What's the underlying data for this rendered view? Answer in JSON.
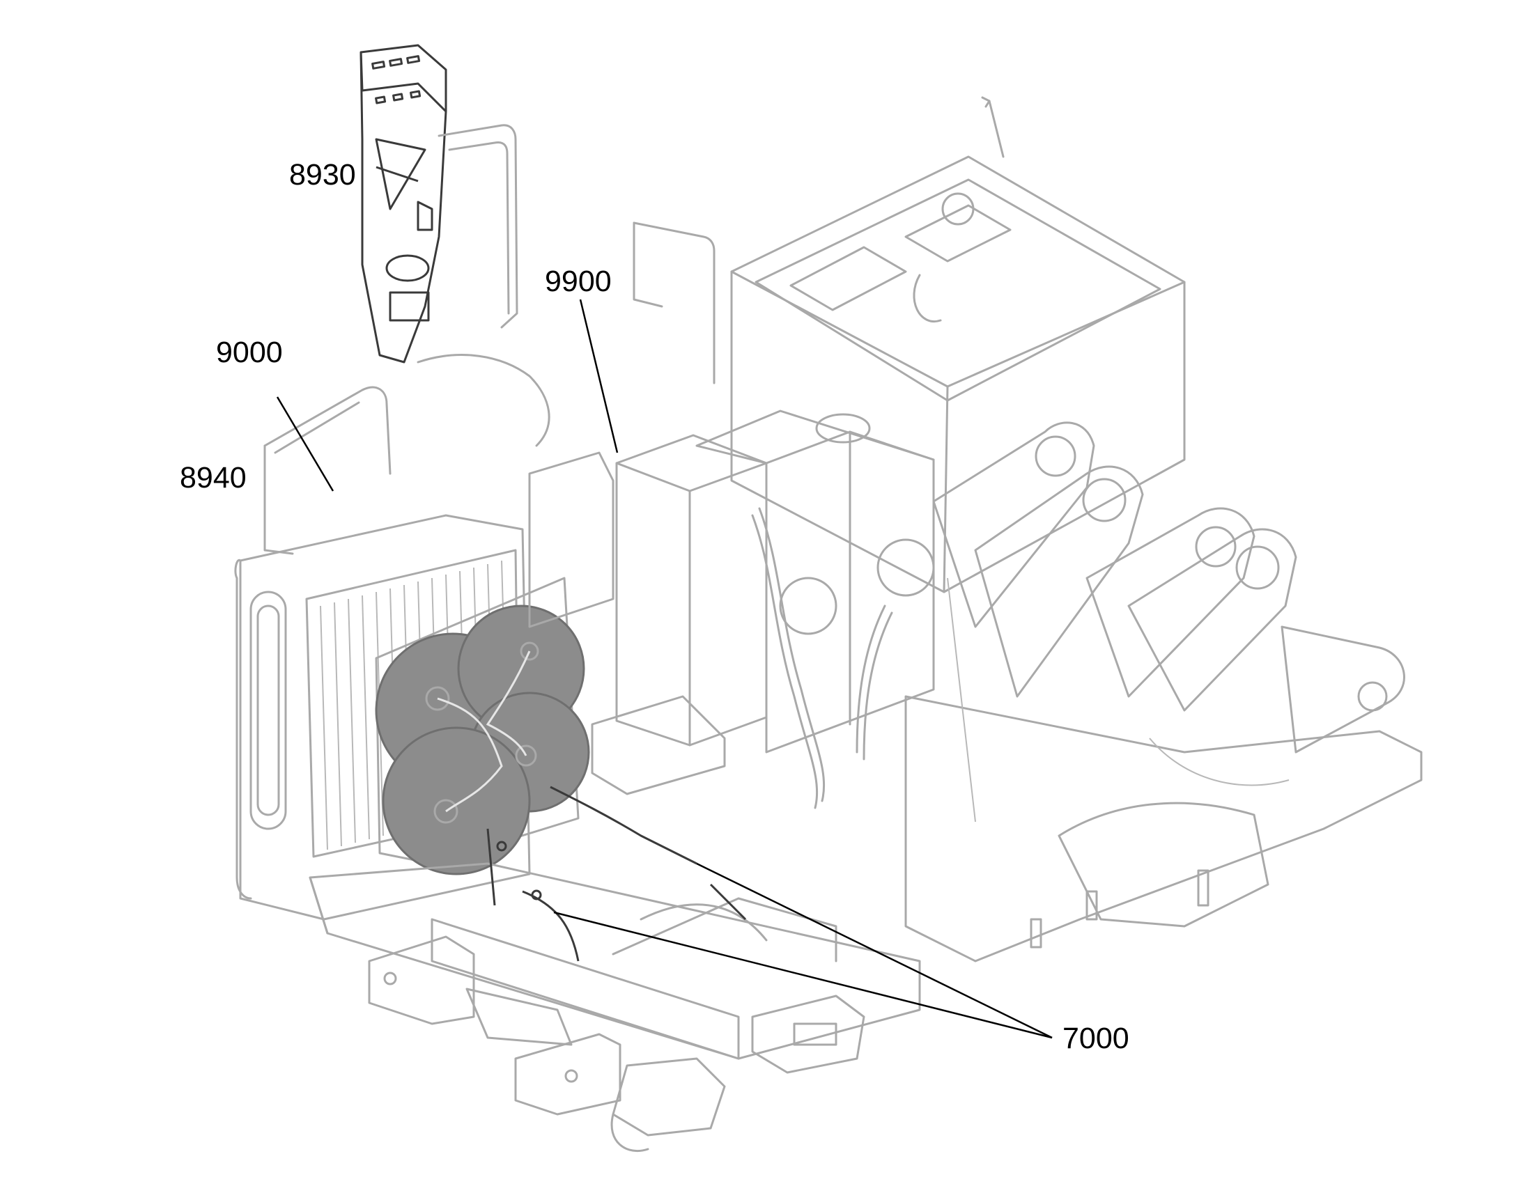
{
  "callouts": {
    "c8930": "8930",
    "c9900": "9900",
    "c9000": "9000",
    "c8940": "8940",
    "c7000": "7000"
  },
  "colors": {
    "line": "#a9a9a9",
    "fan_fill": "#8c8c8c",
    "text": "#000000",
    "background": "#ffffff"
  }
}
